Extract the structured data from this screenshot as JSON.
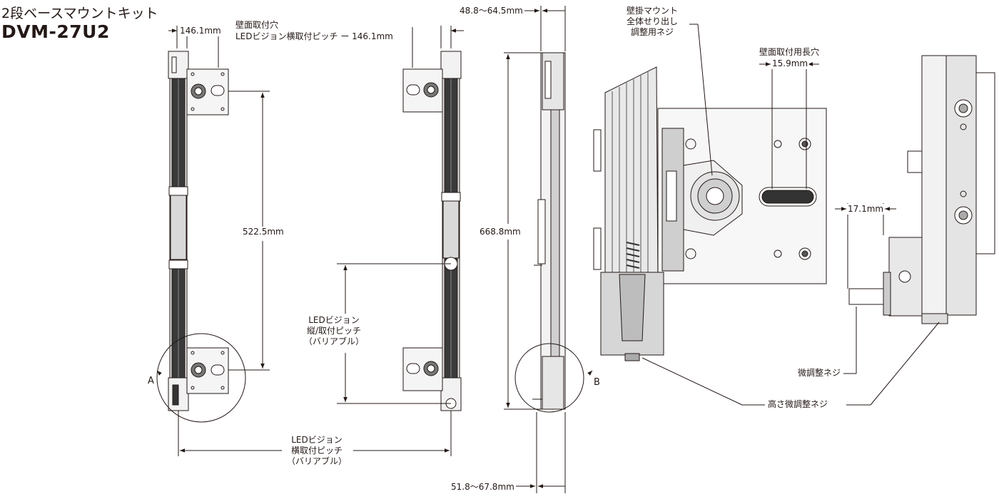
{
  "header": {
    "subtitle": "2段ベースマウントキット",
    "title": "DVM-27U2"
  },
  "dimensions": {
    "hole_pitch_small": "146.1mm",
    "wall_hole_title": "壁面取付穴",
    "wall_hole_pitch": "LEDビジョン横取付ピッチ ー 146.1mm",
    "height_522": "522.5mm",
    "depth_top": "48.8～64.5mm",
    "height_668": "668.8mm",
    "depth_bottom": "51.8～67.8mm",
    "slot_title": "壁面取付用長穴",
    "slot_width": "15.9mm",
    "offset_171": "17.1mm"
  },
  "labels": {
    "vertical_pitch": [
      "LEDビジョン",
      "縦/取付ピッチ",
      "（バリアブル）"
    ],
    "horizontal_pitch": [
      "LEDビジョン",
      "横取付ピッチ",
      "（バリアブル）"
    ],
    "wall_mount_adjust": [
      "壁掛マウント",
      "全体せり出し",
      "調整用ネジ"
    ],
    "fine_adjust_screw": "微調整ネジ",
    "height_fine_adjust_screw": "高さ微調整ネジ",
    "callout_a": "A",
    "callout_b": "B"
  }
}
